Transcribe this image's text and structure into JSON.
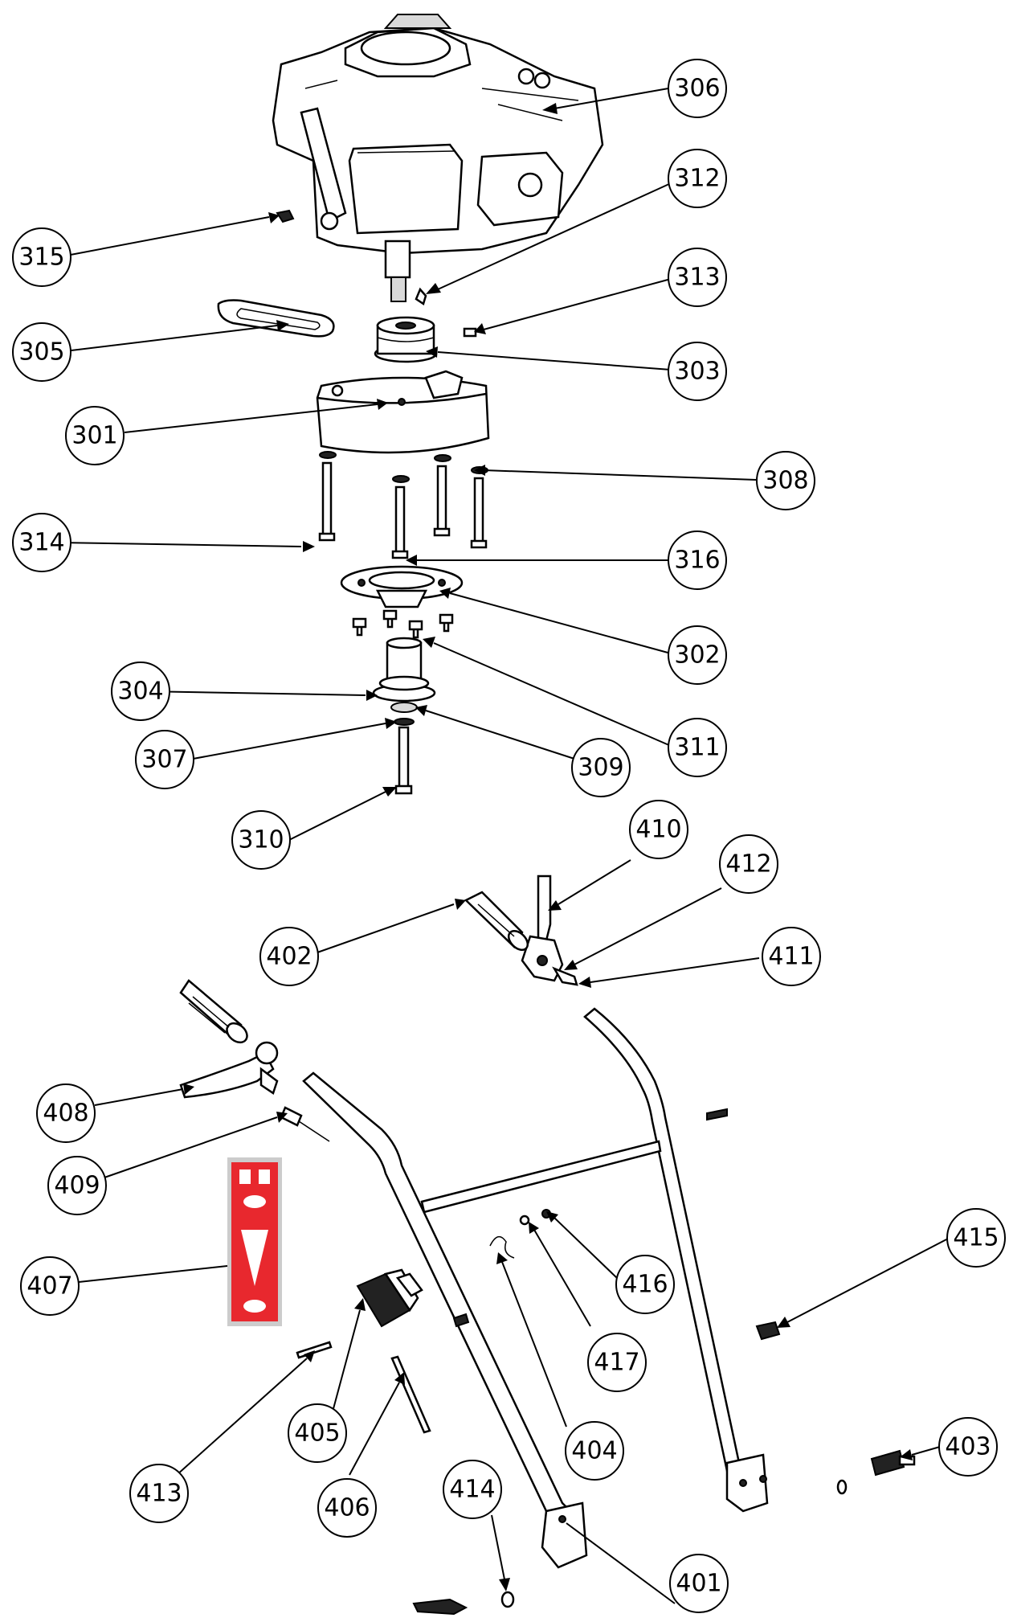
{
  "callouts": [
    {
      "label": "306"
    },
    {
      "label": "312"
    },
    {
      "label": "315"
    },
    {
      "label": "313"
    },
    {
      "label": "305"
    },
    {
      "label": "303"
    },
    {
      "label": "301"
    },
    {
      "label": "308"
    },
    {
      "label": "314"
    },
    {
      "label": "316"
    },
    {
      "label": "302"
    },
    {
      "label": "304"
    },
    {
      "label": "311"
    },
    {
      "label": "307"
    },
    {
      "label": "309"
    },
    {
      "label": "310"
    },
    {
      "label": "410"
    },
    {
      "label": "412"
    },
    {
      "label": "402"
    },
    {
      "label": "411"
    },
    {
      "label": "408"
    },
    {
      "label": "409"
    },
    {
      "label": "407"
    },
    {
      "label": "415"
    },
    {
      "label": "416"
    },
    {
      "label": "417"
    },
    {
      "label": "404"
    },
    {
      "label": "405"
    },
    {
      "label": "406"
    },
    {
      "label": "413"
    },
    {
      "label": "403"
    },
    {
      "label": "414"
    },
    {
      "label": "401"
    }
  ],
  "colors": {
    "line": "#000000",
    "background": "#ffffff",
    "decal_red": "#e8282e",
    "decal_grey": "#cccccc"
  },
  "icons": {
    "decal_407": "speed-control-decal-icon"
  }
}
